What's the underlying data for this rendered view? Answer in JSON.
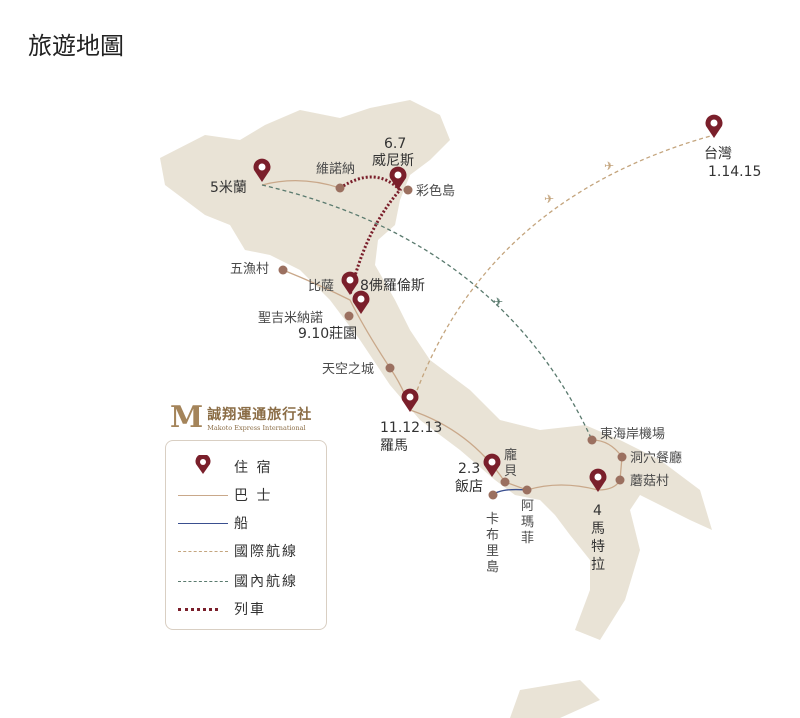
{
  "title": "旅遊地圖",
  "brand": {
    "logo_letter": "M",
    "name": "誠翔運通旅行社",
    "english": "Makoto Express International"
  },
  "colors": {
    "land": "#e9e3d6",
    "bus": "#c9a88a",
    "boat": "#3a4f8f",
    "intl": "#c4a57e",
    "domestic": "#5a7a6e",
    "train": "#7a1f2b",
    "pin": "#7a1f2b",
    "dot": "#9b7060"
  },
  "legend": [
    {
      "icon": "pin-icon",
      "label": "住 宿"
    },
    {
      "icon": "bus-line",
      "label": "巴 士"
    },
    {
      "icon": "boat-line",
      "label": "船"
    },
    {
      "icon": "international-flight-line",
      "label": "國際航線"
    },
    {
      "icon": "domestic-flight-line",
      "label": "國內航線"
    },
    {
      "icon": "train-line",
      "label": "列車"
    }
  ],
  "places": {
    "milan": "5米蘭",
    "verona": "維諾納",
    "venice_day": "6.7",
    "venice": "威尼斯",
    "burano": "彩色島",
    "cinque_terre": "五漁村",
    "pisa": "比薩",
    "florence": "8佛羅倫斯",
    "san_gimignano": "聖吉米納諾",
    "farm": "9.10莊園",
    "bagnoregio": "天空之城",
    "rome_day": "11.12.13",
    "rome": "羅馬",
    "naples_day": "2.3",
    "naples": "飯店",
    "pompeii_1": "龐",
    "pompeii_2": "貝",
    "capri": [
      "卡",
      "布",
      "里",
      "島"
    ],
    "amalfi": [
      "阿",
      "瑪",
      "菲"
    ],
    "matera": [
      "4",
      "馬",
      "特",
      "拉"
    ],
    "airport": "東海岸機場",
    "cave": "洞穴餐廳",
    "alberobello": "蘑菇村",
    "taiwan": "台灣",
    "taiwan_days": "1.14.15"
  }
}
